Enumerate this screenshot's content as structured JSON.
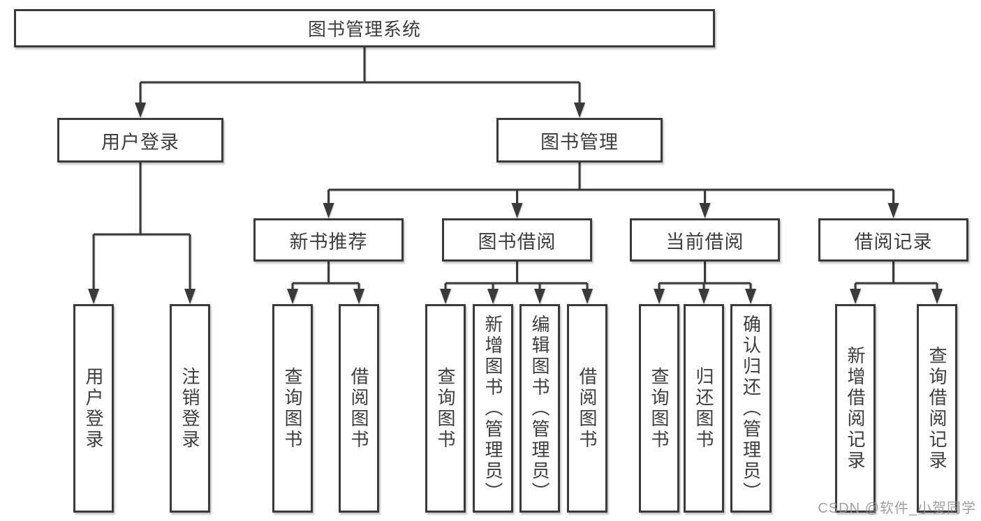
{
  "tree": {
    "label": "图书管理系统",
    "children": [
      {
        "label": "用户登录",
        "children": [
          {
            "label": "用户登录"
          },
          {
            "label": "注销登录"
          }
        ]
      },
      {
        "label": "图书管理",
        "children": [
          {
            "label": "新书推荐",
            "children": [
              {
                "label": "查询图书"
              },
              {
                "label": "借阅图书"
              }
            ]
          },
          {
            "label": "图书借阅",
            "children": [
              {
                "label": "查询图书"
              },
              {
                "label": "新增图书（管理员）"
              },
              {
                "label": "编辑图书（管理员）"
              },
              {
                "label": "借阅图书"
              }
            ]
          },
          {
            "label": "当前借阅",
            "children": [
              {
                "label": "查询图书"
              },
              {
                "label": "归还图书"
              },
              {
                "label": "确认归还（管理员）"
              }
            ]
          },
          {
            "label": "借阅记录",
            "children": [
              {
                "label": "新增借阅记录"
              },
              {
                "label": "查询借阅记录"
              }
            ]
          }
        ]
      }
    ]
  },
  "watermark": "CSDN @软件_小贺同学",
  "colors": {
    "line": "#3a3a3a",
    "text": "#3d3d3d",
    "background": "#ffffff",
    "watermark": "#8f8f8f"
  }
}
